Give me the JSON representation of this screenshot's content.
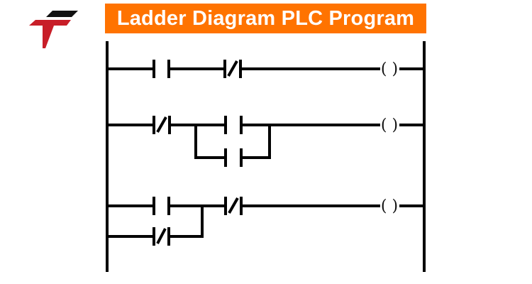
{
  "header": {
    "title": "Ladder Diagram PLC Program",
    "banner_color": "#FF7300",
    "title_color": "#FFFFFF"
  },
  "logo": {
    "icon": "t-letter-logo-icon",
    "colors": {
      "primary": "#C81E28",
      "secondary": "#111111"
    }
  },
  "diagram": {
    "line_color": "#000000",
    "rails": {
      "left": "power-rail-left",
      "right": "power-rail-right"
    },
    "rungs": [
      {
        "id": 1,
        "elements": [
          "normally-open-contact",
          "normally-closed-contact",
          "output-coil"
        ],
        "coil_label": "( )"
      },
      {
        "id": 2,
        "elements": [
          "normally-closed-contact",
          "parallel-branch[normally-open-contact | normally-open-contact]",
          "output-coil"
        ],
        "coil_label": "( )"
      },
      {
        "id": 3,
        "elements": [
          "parallel-branch[normally-open-contact | normally-closed-contact]",
          "normally-closed-contact",
          "output-coil"
        ],
        "coil_label": "( )"
      }
    ]
  }
}
